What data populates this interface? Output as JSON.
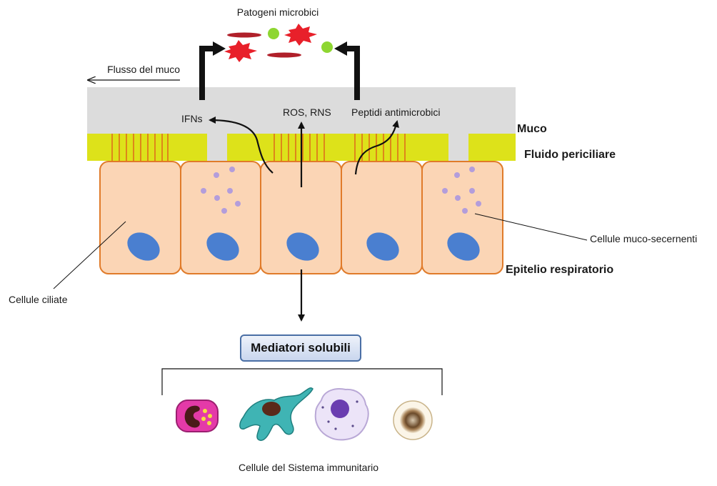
{
  "labels": {
    "pathogens": "Patogeni microbici",
    "mucus_flow": "Flusso del muco",
    "ifns": "IFNs",
    "ros_rns": "ROS, RNS",
    "antimicrobial_peptides": "Peptidi antimicrobici",
    "mucus": "Muco",
    "periciliary_fluid": "Fluido periciliare",
    "mucus_secreting_cells": "Cellule muco-secernenti",
    "respiratory_epithelium": "Epitelio respiratorio",
    "ciliated_cells": "Cellule ciliate",
    "soluble_mediators": "Mediatori solubili",
    "immune_cells": "Cellule del Sistema immunitario"
  },
  "colors": {
    "mucus_layer": "#dcdcdc",
    "periciliary_layer": "#dde21a",
    "cilia": "#e04a1a",
    "cell_fill": "#fbd5b5",
    "cell_border": "#e07b2a",
    "nucleus": "#4a7fd0",
    "granule": "#b39ddb",
    "pathogen_red": "#e8202a",
    "pathogen_green": "#8ed631",
    "pathogen_rod": "#b0202a"
  }
}
